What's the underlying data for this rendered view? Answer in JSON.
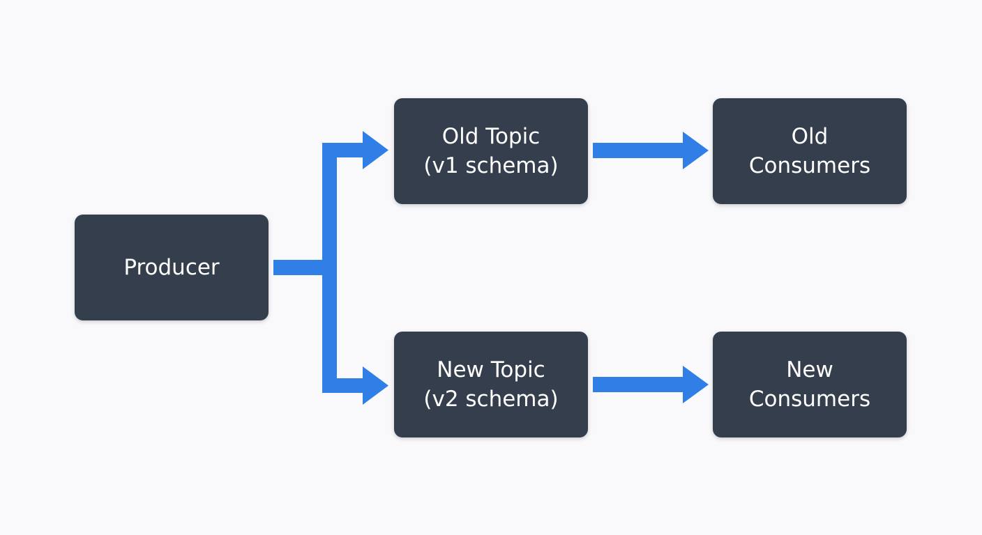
{
  "diagram": {
    "accent_color": "#2f7fe6",
    "node_color": "#353e4c",
    "text_color": "#ffffff",
    "background_color": "#f9f9fb",
    "nodes": {
      "producer": {
        "lines": [
          "Producer"
        ]
      },
      "old_topic": {
        "lines": [
          "Old Topic",
          "(v1 schema)"
        ]
      },
      "new_topic": {
        "lines": [
          "New Topic",
          "(v2 schema)"
        ]
      },
      "old_consumers": {
        "lines": [
          "Old",
          "Consumers"
        ]
      },
      "new_consumers": {
        "lines": [
          "New",
          "Consumers"
        ]
      }
    },
    "edges": [
      {
        "from": "Producer",
        "to": "Old Topic (v1 schema)"
      },
      {
        "from": "Producer",
        "to": "New Topic (v2 schema)"
      },
      {
        "from": "Old Topic (v1 schema)",
        "to": "Old Consumers"
      },
      {
        "from": "New Topic (v2 schema)",
        "to": "New Consumers"
      }
    ]
  }
}
